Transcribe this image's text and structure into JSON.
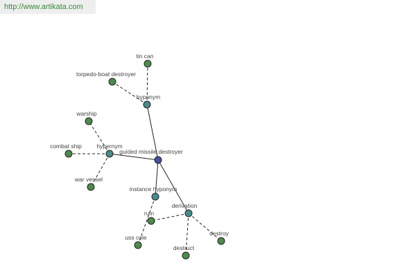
{
  "watermark": {
    "url": "http://www.artikata.com"
  },
  "colors": {
    "center": "#4a4e9a",
    "relation": "#4a8a8a",
    "leaf": "#4e8a4e",
    "stroke": "#222222"
  },
  "graph": {
    "center": {
      "id": "center",
      "label": "guided missile destroyer"
    },
    "relations": [
      {
        "id": "hyponym",
        "label": "hyponym"
      },
      {
        "id": "hypernym",
        "label": "hypernym"
      },
      {
        "id": "instance_hyponym",
        "label": "instance hyponym"
      },
      {
        "id": "derivation",
        "label": "derivation"
      }
    ],
    "leaves": [
      {
        "id": "tin_can",
        "label": "tin can",
        "parent": "hyponym"
      },
      {
        "id": "torpedo_boat_destroyer",
        "label": "torpedo-boat destroyer",
        "parent": "hyponym"
      },
      {
        "id": "warship",
        "label": "warship",
        "parent": "hypernym"
      },
      {
        "id": "combat_ship",
        "label": "combat ship",
        "parent": "hypernym"
      },
      {
        "id": "war_vessel",
        "label": "war vessel",
        "parent": "hypernym"
      },
      {
        "id": "ruin",
        "label": "ruin",
        "parent": "derivation"
      },
      {
        "id": "uss_cole",
        "label": "uss cole",
        "parent": "instance_hyponym"
      },
      {
        "id": "destruct",
        "label": "destruct",
        "parent": "derivation"
      },
      {
        "id": "destroy",
        "label": "destroy",
        "parent": "derivation"
      }
    ]
  }
}
